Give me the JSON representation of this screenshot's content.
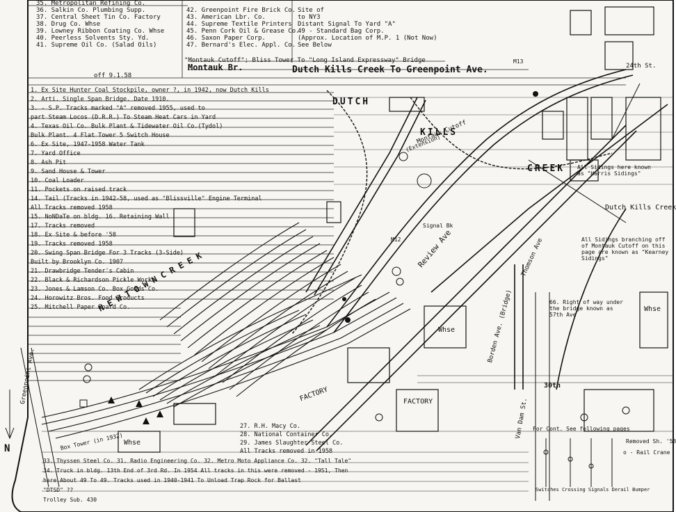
{
  "header": {
    "title_left": "Montauk Br.",
    "title_right": "Dutch Kills Creek To Greenpoint Ave.",
    "cutoff_note": "\"Montauk Cutoff\"; Bliss Tower To \"Long Island Expressway\" Bridge",
    "off_date": "off 9.1.58"
  },
  "industries_top_left": [
    "35. Metropolitan Refining Co.",
    "36. Salkin Co. Plumbing Supp.",
    "37. Central Sheet Tin Co. Factory",
    "38. Drug Co. Whse",
    "39. Lowney Ribbon Coating Co. Whse",
    "40. Peerless Solvents Sty. Yd.",
    "41. Supreme Oil Co. (Salad Oils)"
  ],
  "industries_top_mid": [
    "42. Greenpoint Fire Brick Co.",
    "43. American Lbr. Co.",
    "44. Supreme Textile Printers",
    "45. Penn Cork Oil & Grease Co.",
    "46. Saxon Paper Corp.",
    "47. Bernard's Elec. Appl. Co."
  ],
  "top_right_notes": [
    "Site of",
    "to NY3",
    "Distant Signal To Yard \"A\"",
    "49 - Standard Bag Corp.",
    "(Approx. Location of M.P. 1 (Not Now)",
    "See Below"
  ],
  "notes_left": [
    "1. Ex Site Hunter Coal Stockpile, owner ?, in 1942, now Dutch Kills",
    "2. Arti. Single Span Bridge. Date 1910. ",
    "3. - S.P. Tracks marked \"A\" removed 1955, used to",
    "part Steam Locos (D.R.R.) To Steam Heat Cars in Yard",
    "4. Texas Oil Co. Bulk Plant & Tidewater Oil Co.(Tydol)",
    "Bulk Plant. 4 Flat Tower 5 Switch House",
    "6. Ex Site, 1947-1958 Water Tank",
    "7. Yard Office",
    "8. Ash Pit",
    "9. Sand House & Tower",
    "10. Coal Loader",
    "11. Pockets on raised track",
    "14. Tail (Tracks in 1942-58, used as \"Blissville\" Engine Terminal",
    "All Tracks removed 1958",
    "15. NoNDaTe on bldg. 16. Retaining Wall",
    "17. Tracks removed",
    "18. Ex Site & before '58",
    "19. Tracks removed 1958",
    "20. Swing Span Bridge For 3 Tracks (3-Side)",
    "Built by Brooklyn Co. 1907",
    "21. Drawbridge Tender's Cabin",
    "22. Black & Richardson Pickle Works",
    "23. Jones & Lamson Co. Box Goods Co.",
    "24. Horowitz Bros. Food Products",
    "25. Mitchell Paper Board Co."
  ],
  "map_labels": {
    "dutch": "DUTCH",
    "kills": "KILLS",
    "creek": "CREEK",
    "dutch_kills_creek": "Dutch Kills Creek",
    "newtown_creek": "N E W T O W N   C R E E K",
    "review_ave": "Review Ave",
    "borden_ave": "Borden Ave. (Bridge)",
    "van_dam": "Van Dam St.",
    "thomson_ave": "Thomson Ave",
    "greenpoint_ave": "Greenpoint Ave.",
    "factory": "FACTORY",
    "whse": "Whse",
    "all_sidings_1": "All Sidings here known as \"Harris Sidings\"",
    "all_sidings_2": "All Sidings branching off of Montauk Cutoff on this page are known as \"Kearney Sidings\"",
    "right_of_way": "66. Right of way under the bridge known as 57th Ave",
    "street_30th": "30th",
    "street_24th": "24th St.",
    "box_tower": "Box Tower (in 1932)",
    "cutoff_label": "Montauk Cutoff",
    "ext_label": "(Extension)",
    "signal_bk": "Signal Bk",
    "m12": "M12",
    "m13": "M13",
    "north": "N"
  },
  "industries_bottom": [
    "27. R.H. Macy Co.",
    "28. National Container Co.",
    "29. James Slaughter Steel Co.",
    "All Tracks removed in 1958",
    "33. Thyssen Steel Co. 31. Radio Engineering Co. 32. Metro Moto Appliance Co. 32. \"Tall Tale\"",
    "34. Truck in bldg. 13th End of 3rd Rd. In 1954 All tracks in this were removed - 1951, Then",
    "here About 49 To 49. Tracks used in 1940-1941 To Unload Trap Rock for Ballast",
    "\"DTSD\" ??",
    "Trolley Sub. 430"
  ],
  "legend_right": {
    "title": "For Cont. See following pages",
    "items": [
      "Switches",
      "Crossing",
      "Signals",
      "Derail",
      "Bumper"
    ],
    "note": "Removed Sh. '58",
    "o_rail": "o - Rail Crane"
  }
}
